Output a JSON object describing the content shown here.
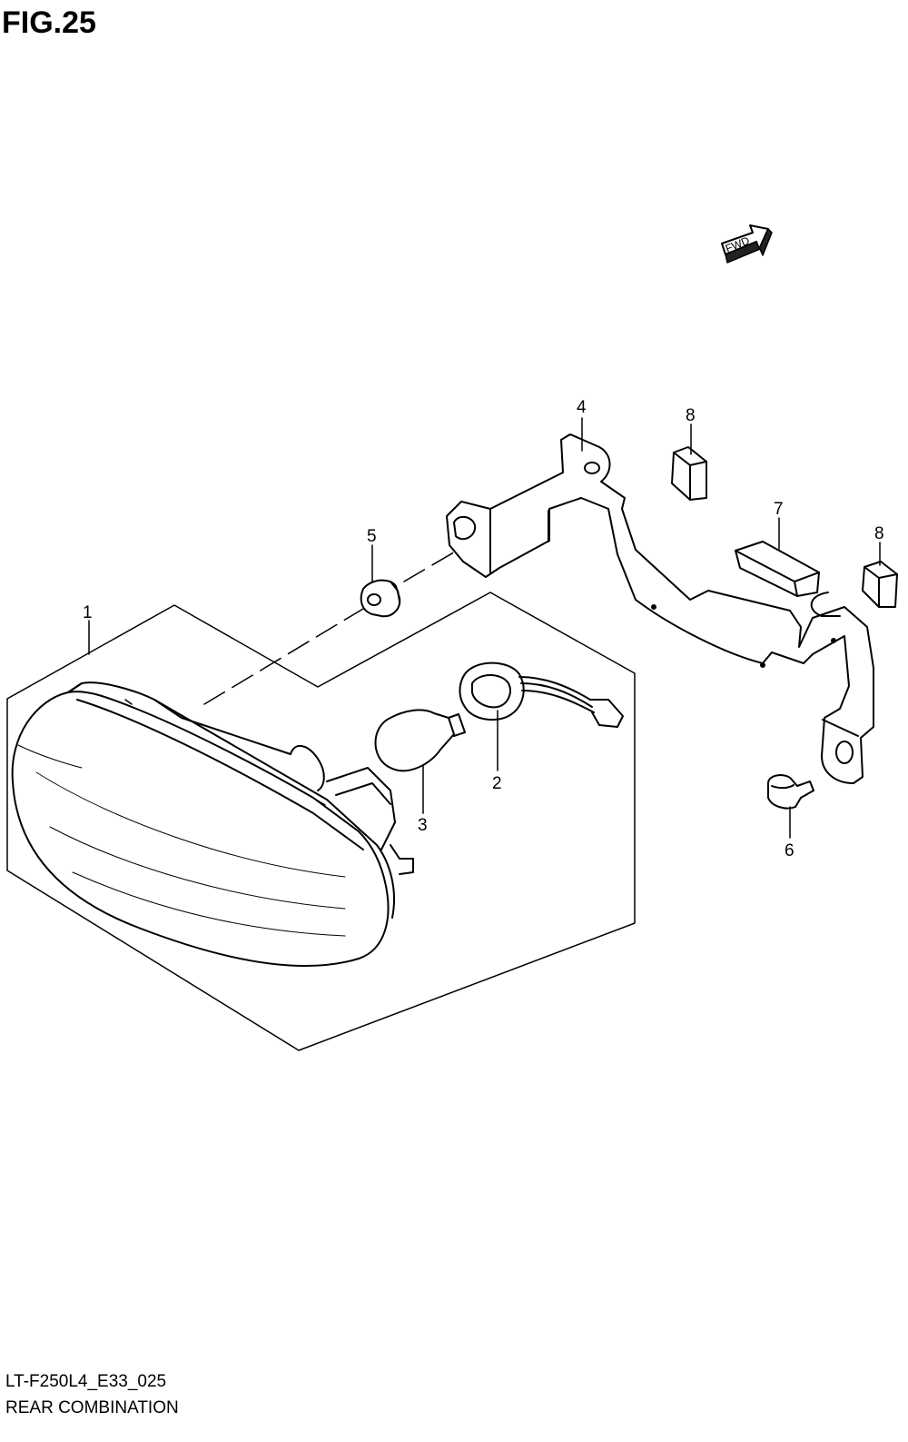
{
  "figure": {
    "title": "FIG.25",
    "fwd_label": "FWD",
    "footer_code": "LT-F250L4_E33_025",
    "footer_name": "REAR COMBINATION"
  },
  "callouts": [
    {
      "id": "1",
      "part": "rear-combination-lamp"
    },
    {
      "id": "2",
      "part": "bulb-socket"
    },
    {
      "id": "3",
      "part": "bulb"
    },
    {
      "id": "4",
      "part": "bracket"
    },
    {
      "id": "5",
      "part": "grommet"
    },
    {
      "id": "6",
      "part": "bolt"
    },
    {
      "id": "7",
      "part": "cushion"
    },
    {
      "id": "8",
      "part": "cushion"
    },
    {
      "id": "8",
      "part": "cushion"
    }
  ],
  "colors": {
    "line": "#000000",
    "background": "#ffffff"
  }
}
